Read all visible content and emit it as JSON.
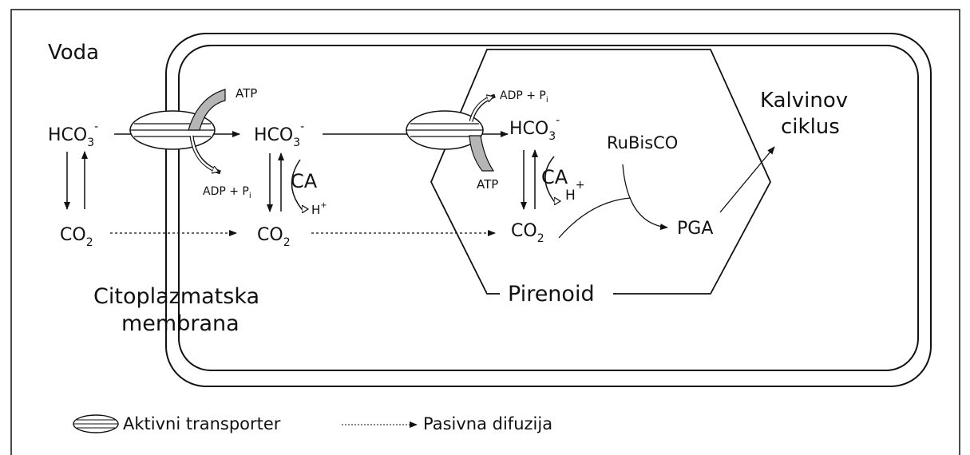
{
  "labels": {
    "water": "Voda",
    "hco3_outside": "HCO",
    "hco3_cytoplasm": "HCO",
    "hco3_pyrenoid": "HCO",
    "co2_outside": "CO",
    "co2_cytoplasm": "CO",
    "co2_pyrenoid": "CO",
    "sub_3": "3",
    "sub_2": "2",
    "sup_minus": "-",
    "atp_membrane": "ATP",
    "adp_membrane": "ADP + P",
    "atp_pyrenoid": "ATP",
    "adp_pyrenoid": "ADP + P",
    "sub_i": "i",
    "ca_cytoplasm": "CA",
    "ca_pyrenoid": "CA",
    "h_cytoplasm": "H",
    "h_pyrenoid": "H",
    "sup_plus": "+",
    "rubisco": "RuBisCO",
    "pga": "PGA",
    "calvin_line1": "Kalvinov",
    "calvin_line2": "ciklus",
    "membrane_line1": "Citoplazmatska",
    "membrane_line2": "membrana",
    "pyrenoid": "Pirenoid"
  },
  "legend": {
    "active_transporter": "Aktivni transporter",
    "passive_diffusion": "Pasivna difuzija"
  },
  "colors": {
    "line": "#111111",
    "atp_fill": "#b5b5b5",
    "background": "#ffffff"
  }
}
